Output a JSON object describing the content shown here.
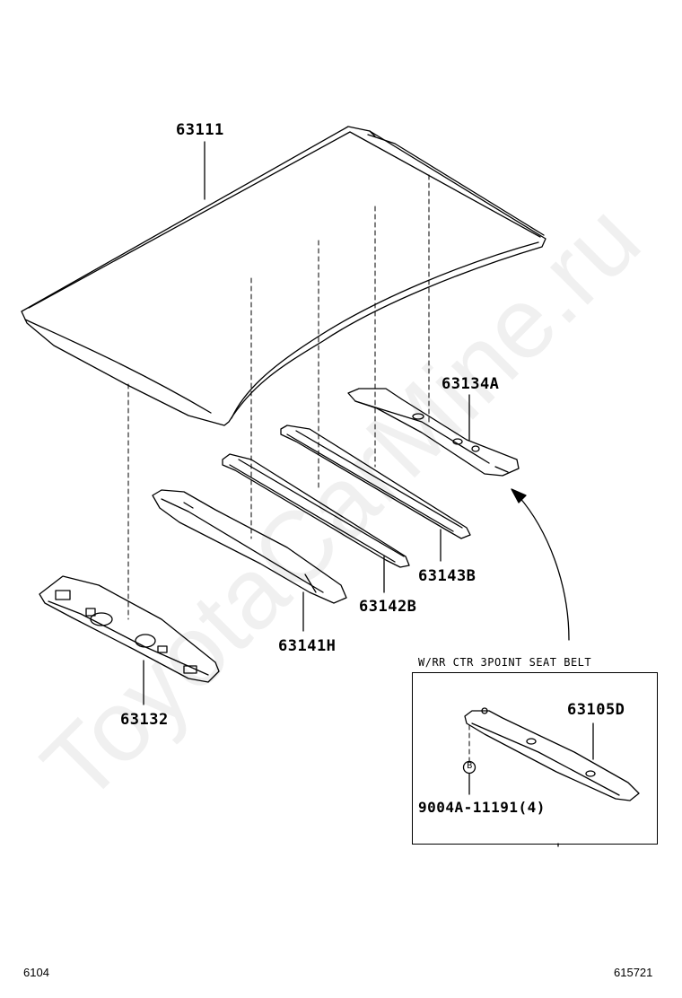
{
  "diagram": {
    "parts": {
      "roof_panel": "63111",
      "rear_roof_rail_a": "63134A",
      "roof_bow_b1": "63143B",
      "roof_bow_b2": "63142B",
      "front_roof_bow": "63141H",
      "front_header_panel": "63132",
      "inset_rail": "63105D",
      "inset_bolt": "9004A-11191(4)"
    },
    "inset_caption": "W/RR CTR 3POINT SEAT BELT",
    "callout_letter": "B",
    "footer_left": "6104",
    "footer_right": "615721",
    "watermark": "ToyotaCarMine.ru"
  }
}
